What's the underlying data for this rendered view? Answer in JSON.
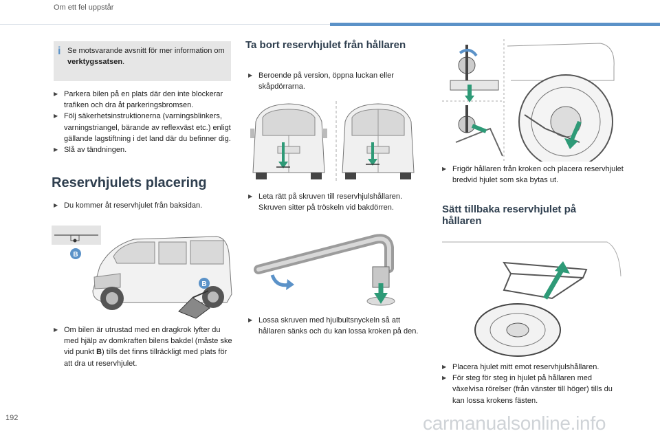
{
  "header": {
    "title": "Om ett fel uppstår"
  },
  "colors": {
    "accent": "#5b92c8",
    "heading": "#2f3f4f",
    "note_bg": "#e6e6e6",
    "arrow_green": "#2e9a77"
  },
  "page_number": "192",
  "watermark": "carmanualsonline.info",
  "note": {
    "icon": "info-icon",
    "text_before": "Se motsvarande avsnitt för mer information om ",
    "text_bold": "verktygssatsen",
    "text_after": "."
  },
  "col1": {
    "bullets": [
      "Parkera bilen på en plats där den inte blockerar trafiken och dra åt parkeringsbromsen.",
      "Följ säkerhetsinstruktionerna (varningsblinkers, varningstriangel, bärande av reflexväst etc.) enligt gällande lagstiftning i det land där du befinner dig.",
      "Slå av tändningen."
    ],
    "heading": "Reservhjulets placering",
    "bullet_access": "Du kommer åt reservhjulet från baksidan.",
    "bottom_before": "Om bilen är utrustad med en dragkrok lyfter du med hjälp av domkraften bilens bakdel (måste ske vid punkt ",
    "bottom_bold": "B",
    "bottom_after": ") tills det finns tillräckligt med plats för att dra ut reservhjulet.",
    "marker_label": "B"
  },
  "col2": {
    "heading": "Ta bort reservhjulet från hållaren",
    "bullet1": "Beroende på version, öppna luckan eller skåpdörrarna.",
    "bullet2": "Leta rätt på skruven till reservhjulshållaren. Skruven sitter på tröskeln vid bakdörren.",
    "bullet3": "Lossa skruven med hjulbultsnyckeln så att hållaren sänks och du kan lossa kroken på den."
  },
  "col3": {
    "bullet1": "Frigör hållaren från kroken och placera reservhjulet bredvid hjulet som ska bytas ut.",
    "heading": "Sätt tillbaka reservhjulet på hållaren",
    "bullets": [
      "Placera hjulet mitt emot reservhjulshållaren.",
      "För steg för steg in hjulet på hållaren med växelvisa rörelser (från vänster till höger) tills du kan lossa krokens fästen."
    ]
  }
}
